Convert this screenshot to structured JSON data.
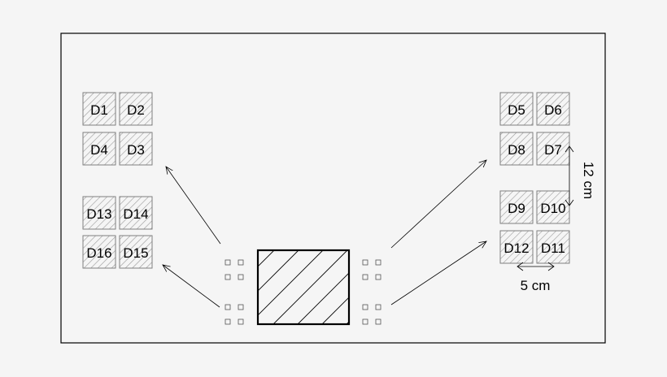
{
  "detectors": [
    {
      "id": "D1"
    },
    {
      "id": "D2"
    },
    {
      "id": "D3"
    },
    {
      "id": "D4"
    },
    {
      "id": "D5"
    },
    {
      "id": "D6"
    },
    {
      "id": "D7"
    },
    {
      "id": "D8"
    },
    {
      "id": "D9"
    },
    {
      "id": "D10"
    },
    {
      "id": "D11"
    },
    {
      "id": "D12"
    },
    {
      "id": "D13"
    },
    {
      "id": "D14"
    },
    {
      "id": "D15"
    },
    {
      "id": "D16"
    }
  ],
  "dimensions": {
    "vertical_spacing": "12 cm",
    "horizontal_spacing": "5 cm"
  },
  "colors": {
    "background": "#f5f5f5",
    "line": "#000000",
    "hatch": "#9a9a9a",
    "detector_border": "#808080"
  }
}
